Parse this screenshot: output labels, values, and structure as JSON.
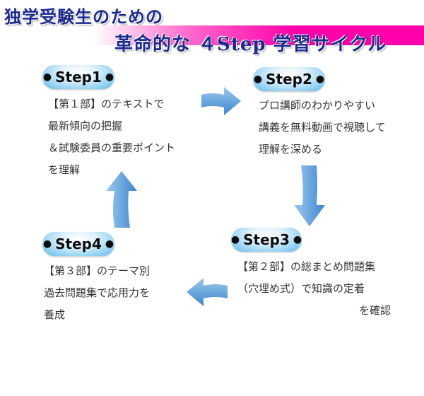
{
  "header": {
    "line1": "独学受験生のための",
    "line2": "革命的な ４Step 学習サイクル"
  },
  "steps": [
    {
      "label": "Step1",
      "lines": [
        "【第１部】のテキストで",
        "最新傾向の把握",
        "＆試験委員の重要ポイント",
        "を理解"
      ]
    },
    {
      "label": "Step2",
      "lines": [
        "プロ講師のわかりやすい",
        "講義を無料動画で視聴して",
        "理解を深める"
      ]
    },
    {
      "label": "Step3",
      "lines": [
        "【第２部】の総まとめ問題集",
        "（穴埋め式）で知識の定着",
        "を確認"
      ]
    },
    {
      "label": "Step4",
      "lines": [
        "【第３部】のテーマ別",
        "過去問題集で応用力を",
        "養成"
      ]
    }
  ],
  "pill_bullet": "●",
  "colors": {
    "title_text": "#1b2a8c",
    "band_magenta": "#ff00aa",
    "pill_light": "#dff1fb",
    "arrow_blue": "#4f95d6",
    "body_text": "#333333"
  },
  "icons": [
    "arrow-right-icon",
    "arrow-down-icon",
    "arrow-left-icon",
    "arrow-up-icon"
  ]
}
